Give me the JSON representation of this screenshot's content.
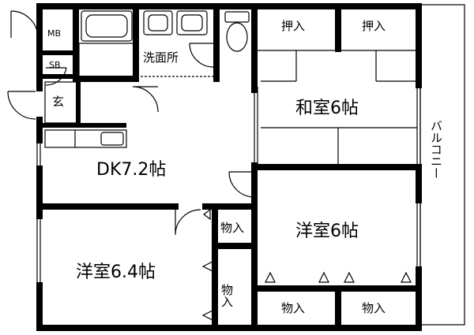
{
  "rooms": {
    "mb": "MB",
    "sb": "SB",
    "entrance": "玄",
    "washroom": "洗面所",
    "dk": "DK7.2帖",
    "washitsu": "和室6帖",
    "yoshitsu_right": "洋室6帖",
    "yoshitsu_left": "洋室6.4帖",
    "oshiire_left": "押入",
    "oshiire_right": "押入",
    "closet_small": "物入",
    "closet_tall": "物入",
    "closet_bottom_left": "物入",
    "closet_bottom_right": "物入",
    "balcony": "バルコニー"
  }
}
